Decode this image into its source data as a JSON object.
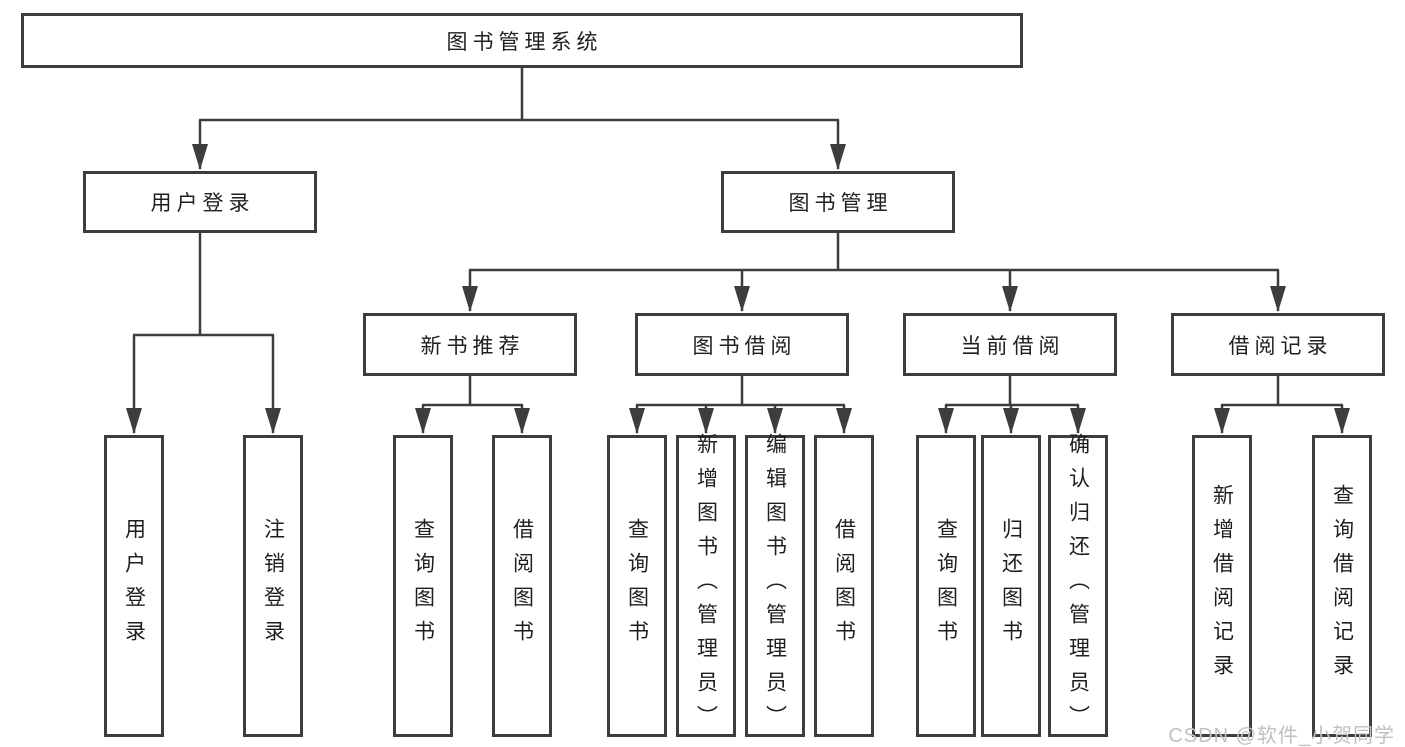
{
  "colors": {
    "line": "#3d3d3d",
    "box_border": "#3d3d3d",
    "text": "#1f1f1f",
    "background": "#ffffff",
    "watermark": "#c1c1c1"
  },
  "root": {
    "label": "图书管理系统"
  },
  "branches": [
    {
      "label": "用户登录",
      "children": [
        {
          "label": "用户登录"
        },
        {
          "label": "注销登录"
        }
      ]
    },
    {
      "label": "图书管理",
      "groups": [
        {
          "label": "新书推荐",
          "children": [
            {
              "label": "查询图书"
            },
            {
              "label": "借阅图书"
            }
          ]
        },
        {
          "label": "图书借阅",
          "children": [
            {
              "label": "查询图书"
            },
            {
              "label": "新增图书（管理员）"
            },
            {
              "label": "编辑图书（管理员）"
            },
            {
              "label": "借阅图书"
            }
          ]
        },
        {
          "label": "当前借阅",
          "children": [
            {
              "label": "查询图书"
            },
            {
              "label": "归还图书"
            },
            {
              "label": "确认归还（管理员）"
            }
          ]
        },
        {
          "label": "借阅记录",
          "children": [
            {
              "label": "新增借阅记录"
            },
            {
              "label": "查询借阅记录"
            }
          ]
        }
      ]
    }
  ],
  "watermark": {
    "text": "CSDN @软件_小贺同学"
  }
}
